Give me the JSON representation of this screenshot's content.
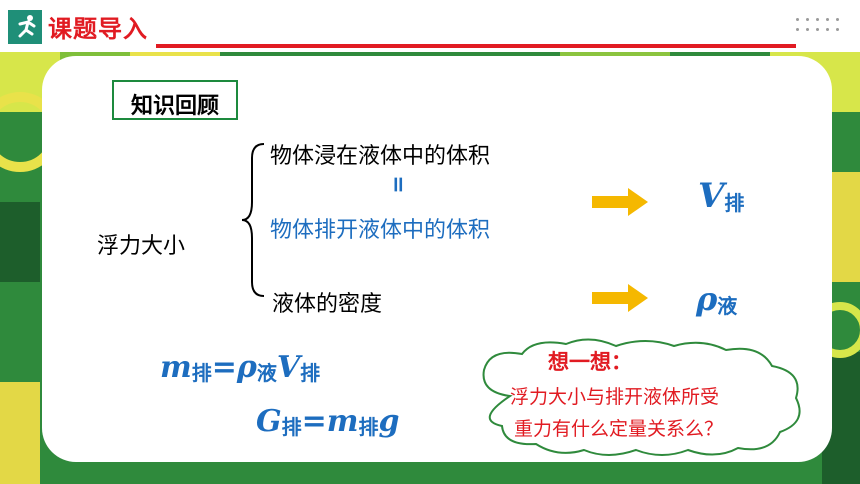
{
  "header": {
    "title": "课题导入",
    "icon": "runner-icon"
  },
  "review": {
    "label": "知识回顾"
  },
  "buoyancy": {
    "label": "浮力大小",
    "line1": "物体浸在液体中的体积",
    "equals": "=",
    "line2": "物体排开液体中的体积",
    "line3": "液体的密度",
    "v_symbol": "V",
    "v_sub": "排",
    "rho_symbol": "ρ",
    "rho_sub": "液"
  },
  "formulas": {
    "f1_m": "m",
    "f1_m_sub": "排",
    "f1_eq": "=",
    "f1_rho": "ρ",
    "f1_rho_sub": "液",
    "f1_v": "V",
    "f1_v_sub": "排",
    "f2_g": "G",
    "f2_g_sub": "排",
    "f2_eq": "=",
    "f2_m": "m",
    "f2_m_sub": "排",
    "f2_g2": "g"
  },
  "think": {
    "title": "想一想：",
    "line1": "浮力大小与排开液体所受",
    "line2": "重力有什么定量关系么？"
  },
  "colors": {
    "accent_red": "#e11b22",
    "frame_green": "#2f8a3c",
    "blue_text": "#1d6dbf",
    "arrow_yellow": "#f5b800"
  }
}
